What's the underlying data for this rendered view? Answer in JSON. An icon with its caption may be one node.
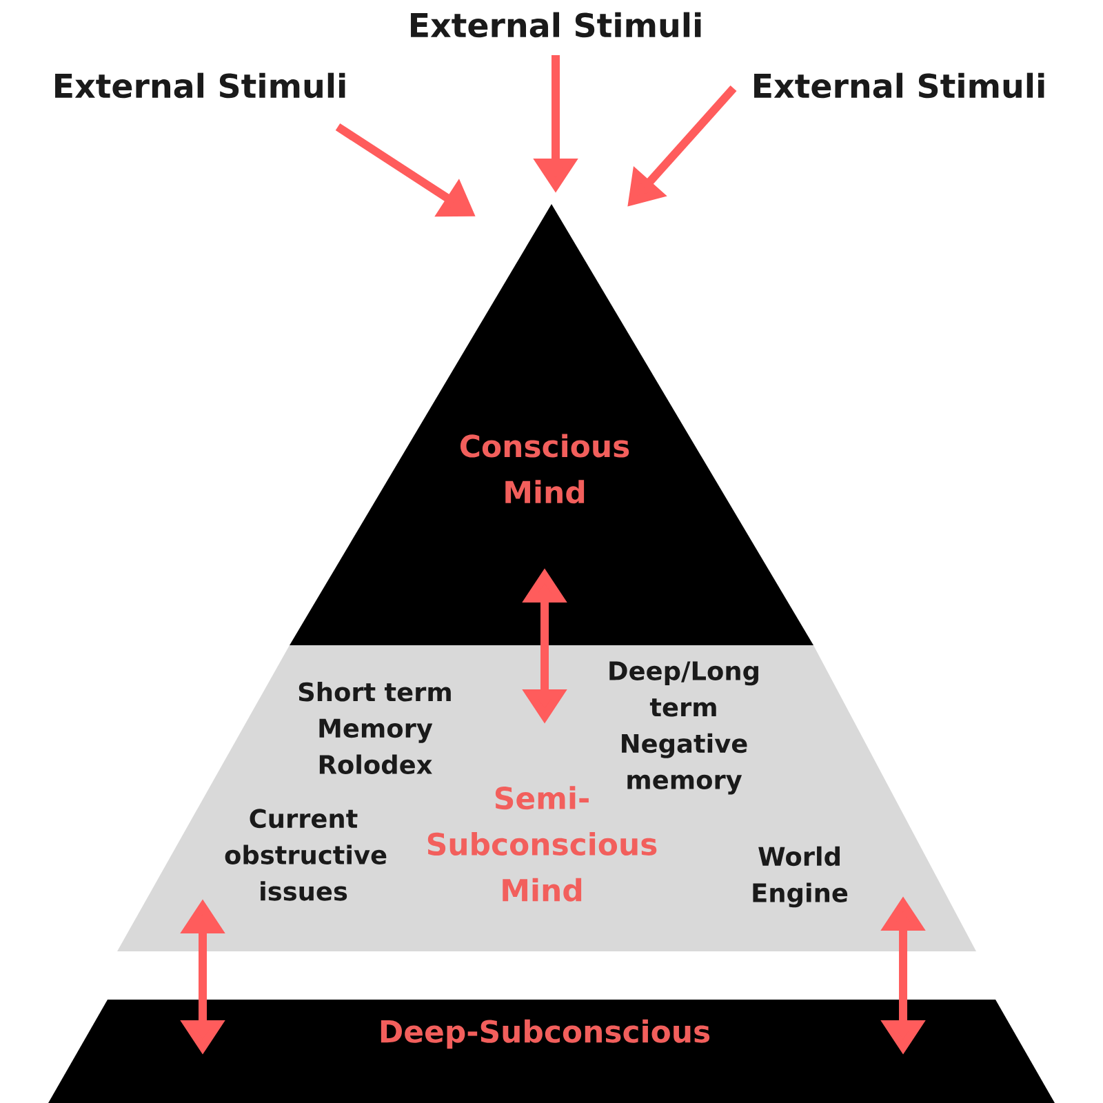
{
  "diagram": {
    "nodes": [
      {
        "text": [
          "External Stimuli"
        ]
      },
      {
        "text": [
          "External Stimuli"
        ]
      },
      {
        "text": [
          "External Stimuli"
        ]
      },
      {
        "text": [
          "Conscious Mind"
        ]
      },
      {
        "text": [
          "Semi-Subconscious Mind",
          "Short term Memory Rolodex",
          "Deep/Long term Negative memory",
          "Current obstructive issues",
          "World Engine"
        ]
      },
      {
        "text": [
          "Deep-Subconscious"
        ]
      }
    ],
    "edges": [
      {
        "from": 0,
        "to": 3,
        "arrow": "to"
      },
      {
        "from": 1,
        "to": 3,
        "arrow": "to"
      },
      {
        "from": 2,
        "to": 3,
        "arrow": "to"
      },
      {
        "from": 3,
        "to": 4,
        "arrow": "both"
      },
      {
        "from": 4,
        "to": 5,
        "arrow": "both"
      },
      {
        "from": 4,
        "to": 5,
        "arrow": "both"
      }
    ]
  }
}
